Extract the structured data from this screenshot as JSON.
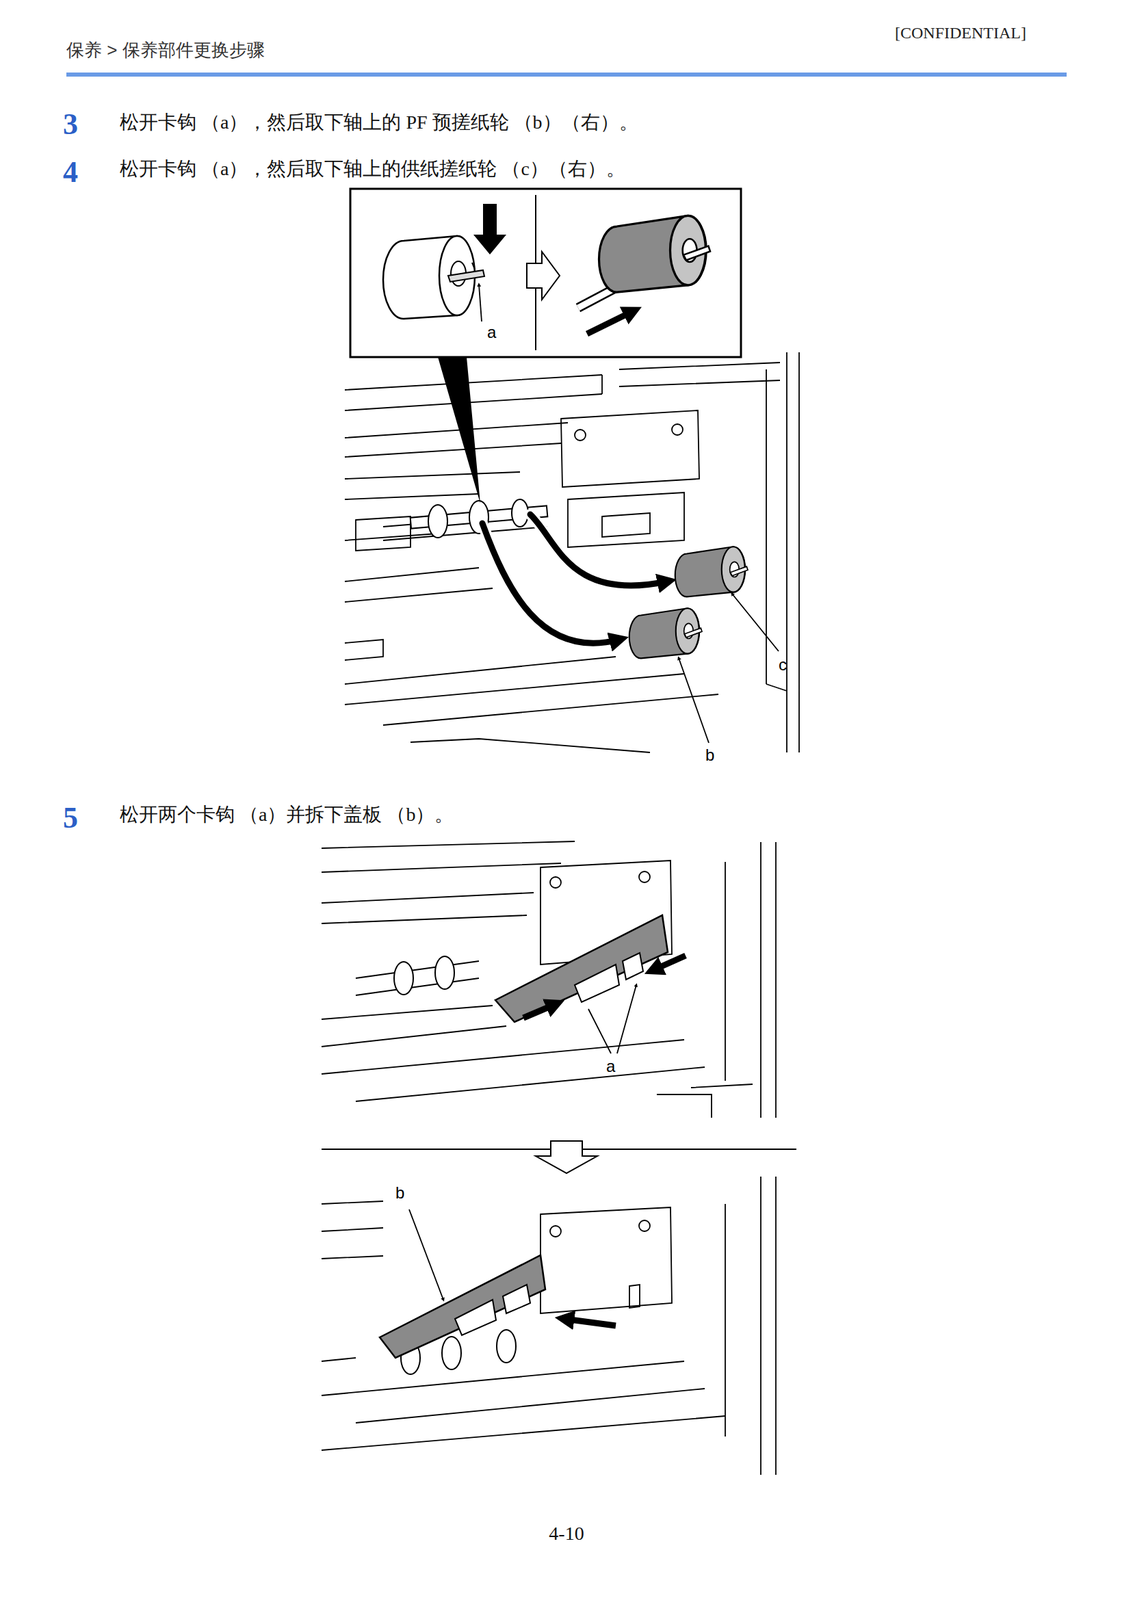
{
  "diagram": {
    "labels": [
      "保养 > 保养部件更换步骤",
      "[CONFIDENTIAL]",
      "3",
      "松开卡钩 （a），然后取下轴上的 PF 预搓纸轮 （b）（右）。",
      "4",
      "松开卡钩 （a），然后取下轴上的供纸搓纸轮 （c）（右）。",
      "a",
      "c",
      "b",
      "5",
      "松开两个卡钩 （a）并拆下盖板 （b）。",
      "a",
      "b",
      "4-10"
    ]
  }
}
